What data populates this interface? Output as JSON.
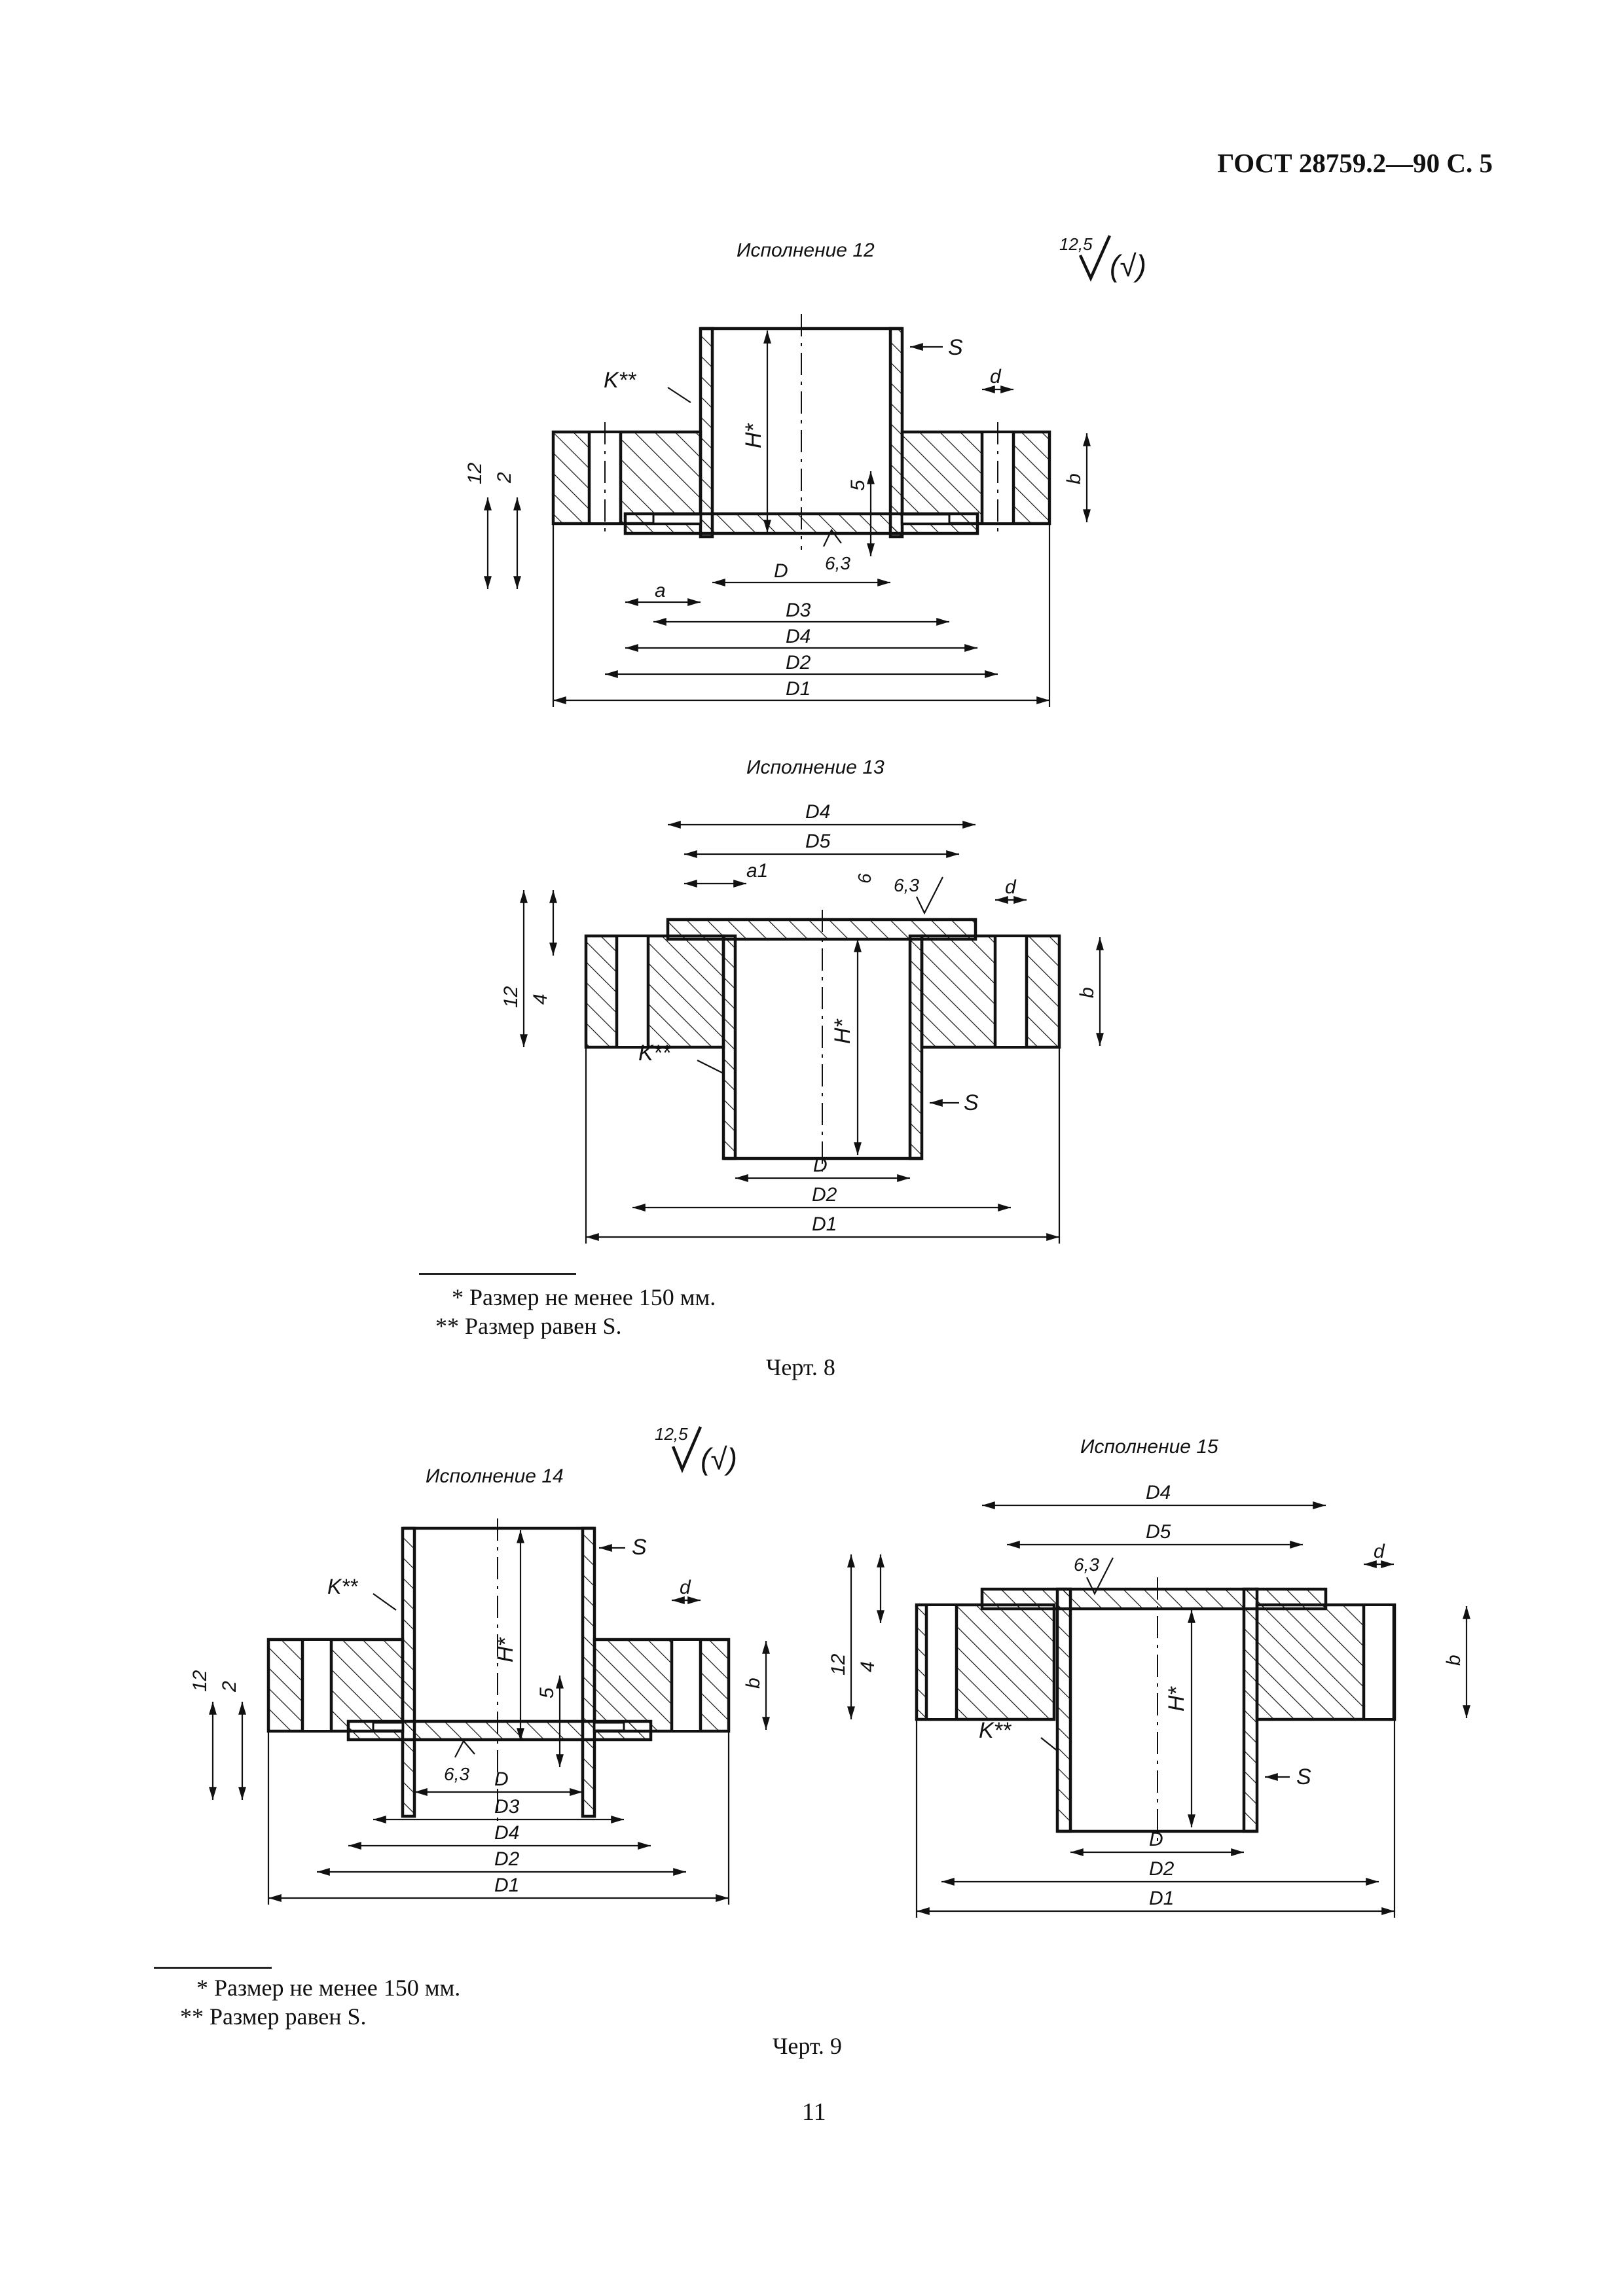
{
  "header": {
    "title": "ГОСТ 28759.2—90 С. 5"
  },
  "figure8": {
    "top": {
      "label": "Исполнение 12",
      "roughness": "12,5",
      "roughness_paren": "(√)",
      "dims": {
        "D1": "D1",
        "D2": "D2",
        "D4": "D4",
        "D3": "D3",
        "D": "D",
        "a": "a",
        "d": "d",
        "b": "b",
        "S": "S",
        "H": "H*",
        "K": "K**",
        "v12": "12",
        "v2": "2",
        "v5": "5",
        "r": "6,3"
      }
    },
    "bottom": {
      "label": "Исполнение 13",
      "dims": {
        "D1": "D1",
        "D2": "D2",
        "D4": "D4",
        "D5": "D5",
        "D": "D",
        "a1": "a1",
        "d": "d",
        "b": "b",
        "S": "S",
        "H": "H*",
        "K": "K**",
        "v12": "12",
        "v4": "4",
        "v6": "6",
        "r": "6,3"
      }
    },
    "footnotes": [
      "*  Размер не менее 150 мм.",
      "**  Размер равен S."
    ],
    "caption": "Черт. 8"
  },
  "figure9": {
    "left": {
      "label": "Исполнение 14",
      "roughness": "12,5",
      "roughness_paren": "(√)",
      "dims": {
        "D1": "D1",
        "D2": "D2",
        "D4": "D4",
        "D3": "D3",
        "D": "D",
        "d": "d",
        "b": "b",
        "S": "S",
        "H": "H*",
        "K": "K**",
        "v12": "12",
        "v2": "2",
        "v5": "5",
        "r": "6,3"
      }
    },
    "right": {
      "label": "Исполнение 15",
      "dims": {
        "D1": "D1",
        "D2": "D2",
        "D4": "D4",
        "D5": "D5",
        "D": "D",
        "d": "d",
        "b": "b",
        "S": "S",
        "H": "H*",
        "K": "K**",
        "v12": "12",
        "v4": "4",
        "r": "6,3"
      }
    },
    "footnotes": [
      "*  Размер не менее 150 мм.",
      "**  Размер равен S."
    ],
    "caption": "Черт. 9"
  },
  "page_number": "11"
}
